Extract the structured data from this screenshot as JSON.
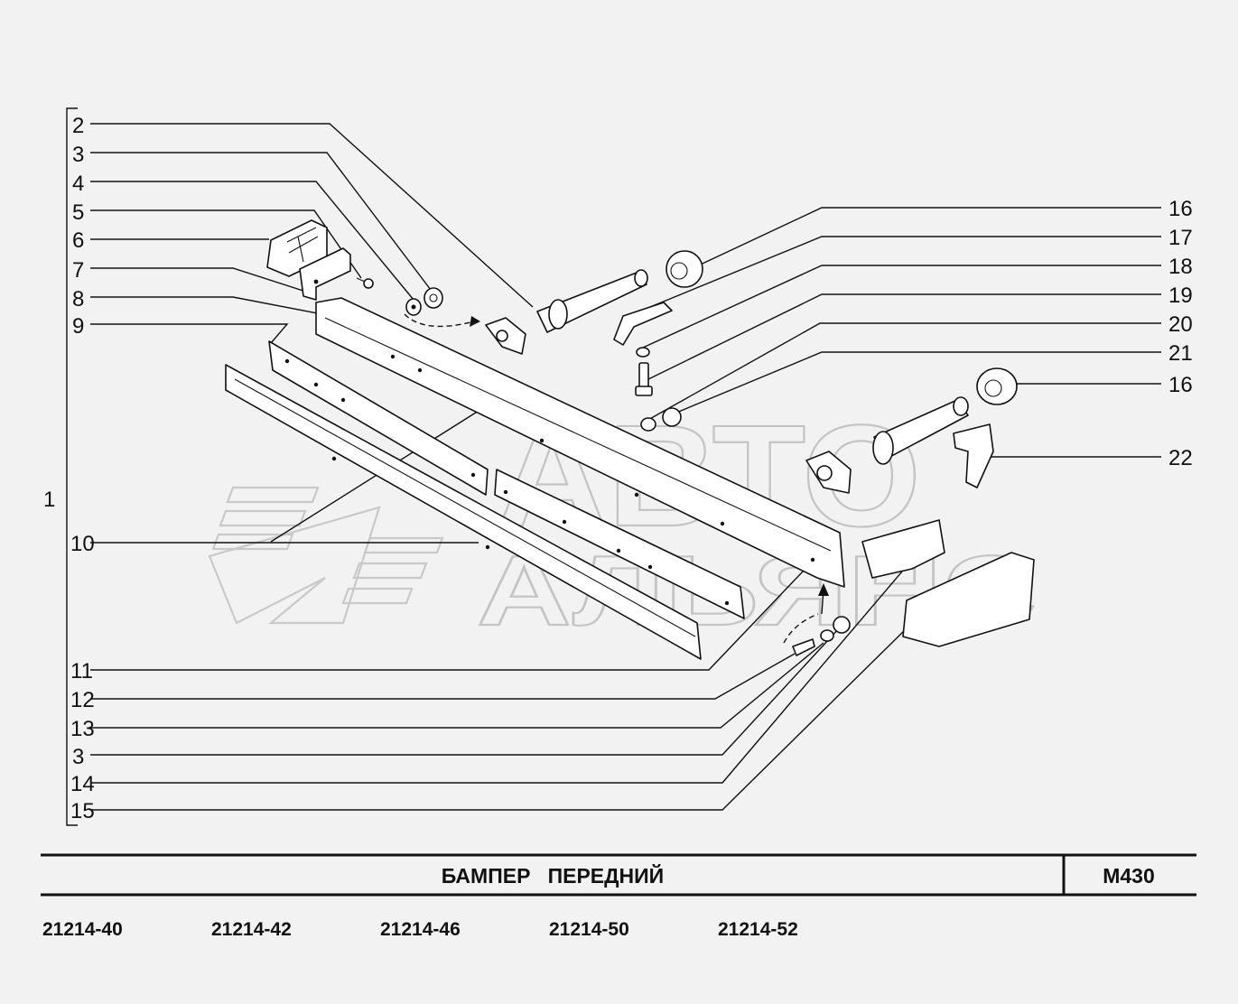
{
  "title": "БАМПЕР   ПЕРЕДНИЙ",
  "code": "М430",
  "models": [
    "21214-40",
    "21214-42",
    "21214-46",
    "21214-50",
    "21214-52"
  ],
  "watermark": {
    "line1": "АВТО",
    "line2": "АЛЬЯНС"
  },
  "callouts": {
    "group": "1",
    "left": [
      "2",
      "3",
      "4",
      "5",
      "6",
      "7",
      "8",
      "9",
      "10",
      "11",
      "12",
      "13",
      "3",
      "14",
      "15"
    ],
    "right": [
      "16",
      "17",
      "18",
      "19",
      "20",
      "21",
      "16",
      "22"
    ]
  }
}
